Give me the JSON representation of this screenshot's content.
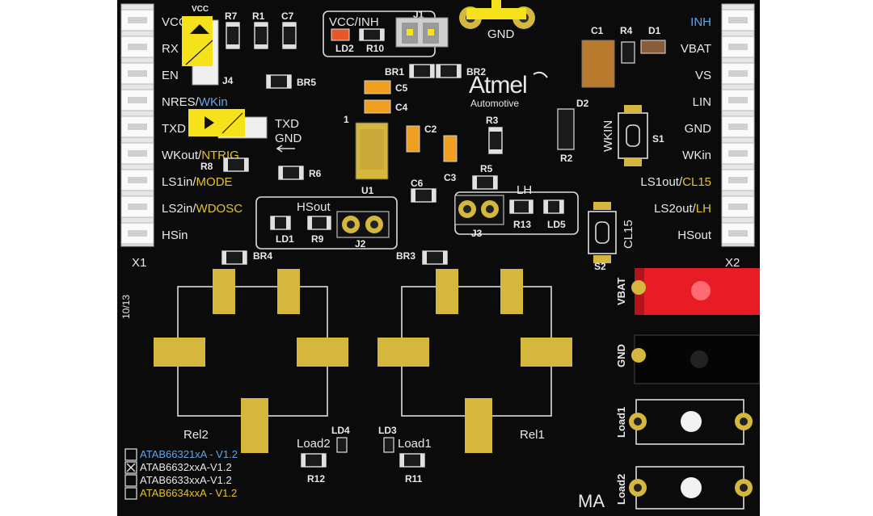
{
  "board": {
    "left_connector": {
      "name": "X1",
      "labels": [
        {
          "plain": "VCC",
          "colored": "",
          "color": ""
        },
        {
          "plain": "RX",
          "colored": "",
          "color": ""
        },
        {
          "plain": "EN",
          "colored": "",
          "color": ""
        },
        {
          "plain": "NRES/",
          "colored": "WKin",
          "color": "blue"
        },
        {
          "plain": "TXD",
          "colored": "",
          "color": ""
        },
        {
          "plain": "WKout/",
          "colored": "NTRIG",
          "color": "yellow"
        },
        {
          "plain": "LS1in/",
          "colored": "MODE",
          "color": "yellow"
        },
        {
          "plain": "LS2in/",
          "colored": "WDOSC",
          "color": "yellow"
        },
        {
          "plain": "HSin",
          "colored": "",
          "color": ""
        }
      ]
    },
    "right_connector": {
      "name": "X2",
      "labels": [
        {
          "plain": "",
          "colored": "INH",
          "color": "blue"
        },
        {
          "plain": "VBAT",
          "colored": "",
          "color": ""
        },
        {
          "plain": "VS",
          "colored": "",
          "color": ""
        },
        {
          "plain": "LIN",
          "colored": "",
          "color": ""
        },
        {
          "plain": "GND",
          "colored": "",
          "color": ""
        },
        {
          "plain": "WKin",
          "colored": "",
          "color": ""
        },
        {
          "plain": "LS1out/",
          "colored": "CL15",
          "color": "yellow"
        },
        {
          "plain": "LS2out/",
          "colored": "LH",
          "color": "yellow"
        },
        {
          "plain": "HSout",
          "colored": "",
          "color": ""
        }
      ]
    },
    "components": {
      "R7": "R7",
      "R1": "R1",
      "C7": "C7",
      "J4": "J4",
      "BR5": "BR5",
      "vcc_inh": "VCC/INH",
      "J1": "J1",
      "LD2": "LD2",
      "R10": "R10",
      "GND_top": "GND",
      "C1": "C1",
      "R4": "R4",
      "D1": "D1",
      "BR1": "BR1",
      "BR2": "BR2",
      "C5": "C5",
      "C4": "C4",
      "D2": "D2",
      "C2": "C2",
      "R3": "R3",
      "R2": "R2",
      "TXD_j": "TXD",
      "GND_j": "GND",
      "R8": "R8",
      "R6": "R6",
      "U1": "U1",
      "C6": "C6",
      "C3": "C3",
      "R5": "R5",
      "LH": "LH",
      "HSout": "HSout",
      "LD1": "LD1",
      "R9": "R9",
      "J2": "J2",
      "J3": "J3",
      "R13": "R13",
      "LD5": "LD5",
      "WKIN": "WKIN",
      "S1": "S1",
      "CL15": "CL15",
      "S2": "S2",
      "BR4": "BR4",
      "BR3": "BR3",
      "Rel2": "Rel2",
      "Rel1": "Rel1",
      "LD4": "LD4",
      "LD3": "LD3",
      "Load2": "Load2",
      "Load1": "Load1",
      "R12": "R12",
      "R11": "R11",
      "date_code": "10/13",
      "VBAT_t": "VBAT",
      "GND_t": "GND",
      "Load1_t": "Load1",
      "Load2_t": "Load2",
      "VCC_small": "VCC",
      "one": "1"
    },
    "logo": {
      "brand": "Atmel",
      "sub": "Automotive",
      "mark": "MA"
    },
    "variants": [
      {
        "text": "ATAB66321xA - V1.2",
        "color": "#5fa6e8",
        "checked": false
      },
      {
        "text": "ATAB6632xxA-V1.2",
        "color": "#e8e8e8",
        "checked": true
      },
      {
        "text": "ATAB6633xxA-V1.2",
        "color": "#e8e8e8",
        "checked": false
      },
      {
        "text": "ATAB6634xxA - V1.2",
        "color": "#e6c229",
        "checked": false
      }
    ],
    "colors": {
      "pcb": "#0b0b0b",
      "pad_gold": "#d4b73c",
      "jumper_yellow": "#f5e21a",
      "terminal_red": "#e81c24",
      "silk": "#dcdcdc",
      "blue_text": "#5fa6e8",
      "yellow_text": "#e6c229"
    }
  }
}
